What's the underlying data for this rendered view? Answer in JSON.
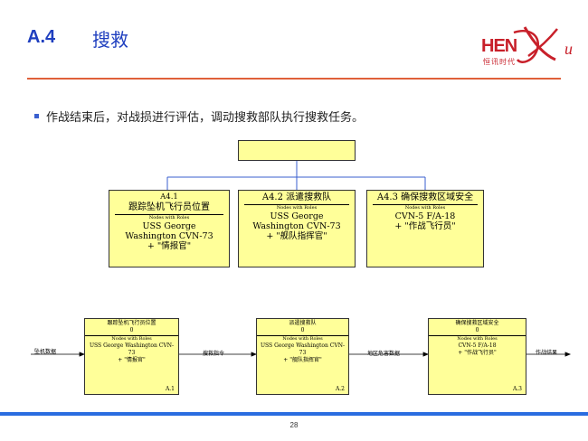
{
  "header": {
    "section_number": "A.4",
    "section_title": "搜救"
  },
  "logo": {
    "brand": "HEN",
    "brand_suffix": "u",
    "brand_cn": "恒讯时代"
  },
  "bullet": {
    "text": "作战结束后，对战损进行评估，调动搜救部队执行搜救任务。"
  },
  "hierarchy": {
    "nodes": [
      {
        "id": "A4.1",
        "name": "跟踪坠机飞行员位置",
        "sub": "Nodes with Roles",
        "line1": "USS George",
        "line2": "Washington CVN-73",
        "line3": "+ \"情报官\""
      },
      {
        "id": "A4.2",
        "name": "派遣搜救队",
        "sub": "Nodes with Roles",
        "line1": "USS George",
        "line2": "Washington CVN-73",
        "line3": "+ \"舰队指挥官\""
      },
      {
        "id": "A4.3",
        "name": "确保搜救区域安全",
        "sub": "Nodes with Roles",
        "line1": "CVN-5 F/A-18",
        "line2": "+ \"作战飞行员\"",
        "line3": ""
      }
    ]
  },
  "flow": {
    "boxes": [
      {
        "name": "跟踪坠机飞行员位置",
        "num": "0",
        "sub": "Nodes with Roles",
        "line1": "USS George Washington CVN-",
        "line2": "73",
        "line3": "+ \"情报官\"",
        "corner": "A.1"
      },
      {
        "name": "派遣搜救队",
        "num": "0",
        "sub": "Nodes with Roles",
        "line1": "USS George Washington CVN-",
        "line2": "73",
        "line3": "+ \"舰队指挥官\"",
        "corner": "A.2"
      },
      {
        "name": "确保搜救区域安全",
        "num": "0",
        "sub": "Nodes with Roles",
        "line1": "CVN-5 F/A-18",
        "line2": "+ \"作战飞行员\"",
        "line3": "",
        "corner": "A.3"
      }
    ],
    "labels": {
      "input": "坠机数据",
      "a1_to_a2": "搜救指令",
      "a2_to_a3": "地区危害数据",
      "output": "作战结果"
    }
  },
  "footer": {
    "page_number": "28"
  },
  "colors": {
    "title_blue": "#1f3fbf",
    "rule_orange": "#e0603a",
    "box_yellow": "#ffff99",
    "bar_blue": "#2a6de0",
    "logo_red": "#c8202a"
  }
}
